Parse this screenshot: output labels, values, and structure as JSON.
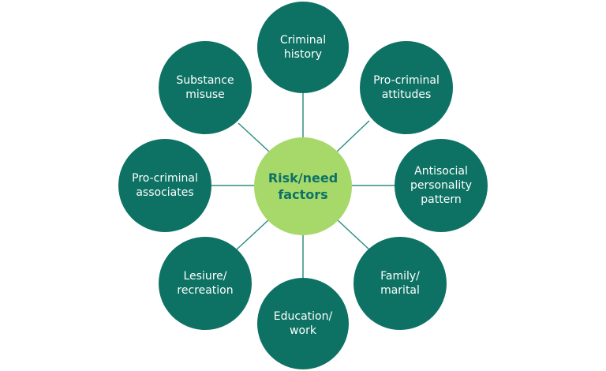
{
  "center": {
    "line1": "Risk/need",
    "line2": "factors"
  },
  "factors": [
    {
      "id": "criminal-history",
      "lines": [
        "Criminal",
        "history"
      ]
    },
    {
      "id": "pro-criminal-attitudes",
      "lines": [
        "Pro-criminal",
        "attitudes"
      ]
    },
    {
      "id": "antisocial-personality-pattern",
      "lines": [
        "Antisocial",
        "personality",
        "pattern"
      ]
    },
    {
      "id": "family-marital",
      "lines": [
        "Family/",
        "marital"
      ]
    },
    {
      "id": "education-work",
      "lines": [
        "Education/",
        "work"
      ]
    },
    {
      "id": "lesiure-recreation",
      "lines": [
        "Lesiure/",
        "recreation"
      ]
    },
    {
      "id": "pro-criminal-associates",
      "lines": [
        "Pro-criminal",
        "associates"
      ]
    },
    {
      "id": "substance-misuse",
      "lines": [
        "Substance",
        "misuse"
      ]
    }
  ],
  "colors": {
    "node": "#0d7264",
    "center": "#a6d96a",
    "center_text": "#0d7264",
    "connector": "#2f8f82"
  }
}
